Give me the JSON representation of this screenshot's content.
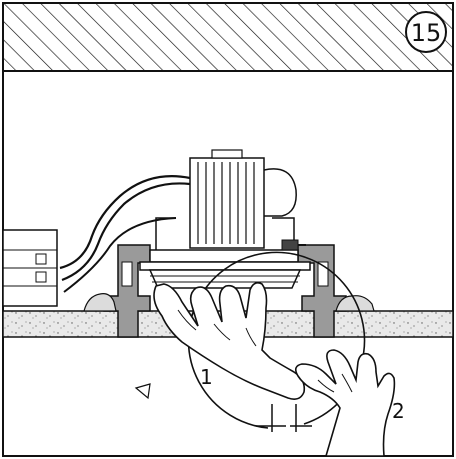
{
  "diagram": {
    "step_number": "15",
    "callouts": [
      {
        "id": "hand-1",
        "text": "1"
      },
      {
        "id": "hand-2",
        "text": "2"
      }
    ],
    "colors": {
      "line": "#111111",
      "hatch": "#111111",
      "housing": "#9a9a9a",
      "background": "#ffffff",
      "plaster": "#e6e6e6"
    }
  }
}
